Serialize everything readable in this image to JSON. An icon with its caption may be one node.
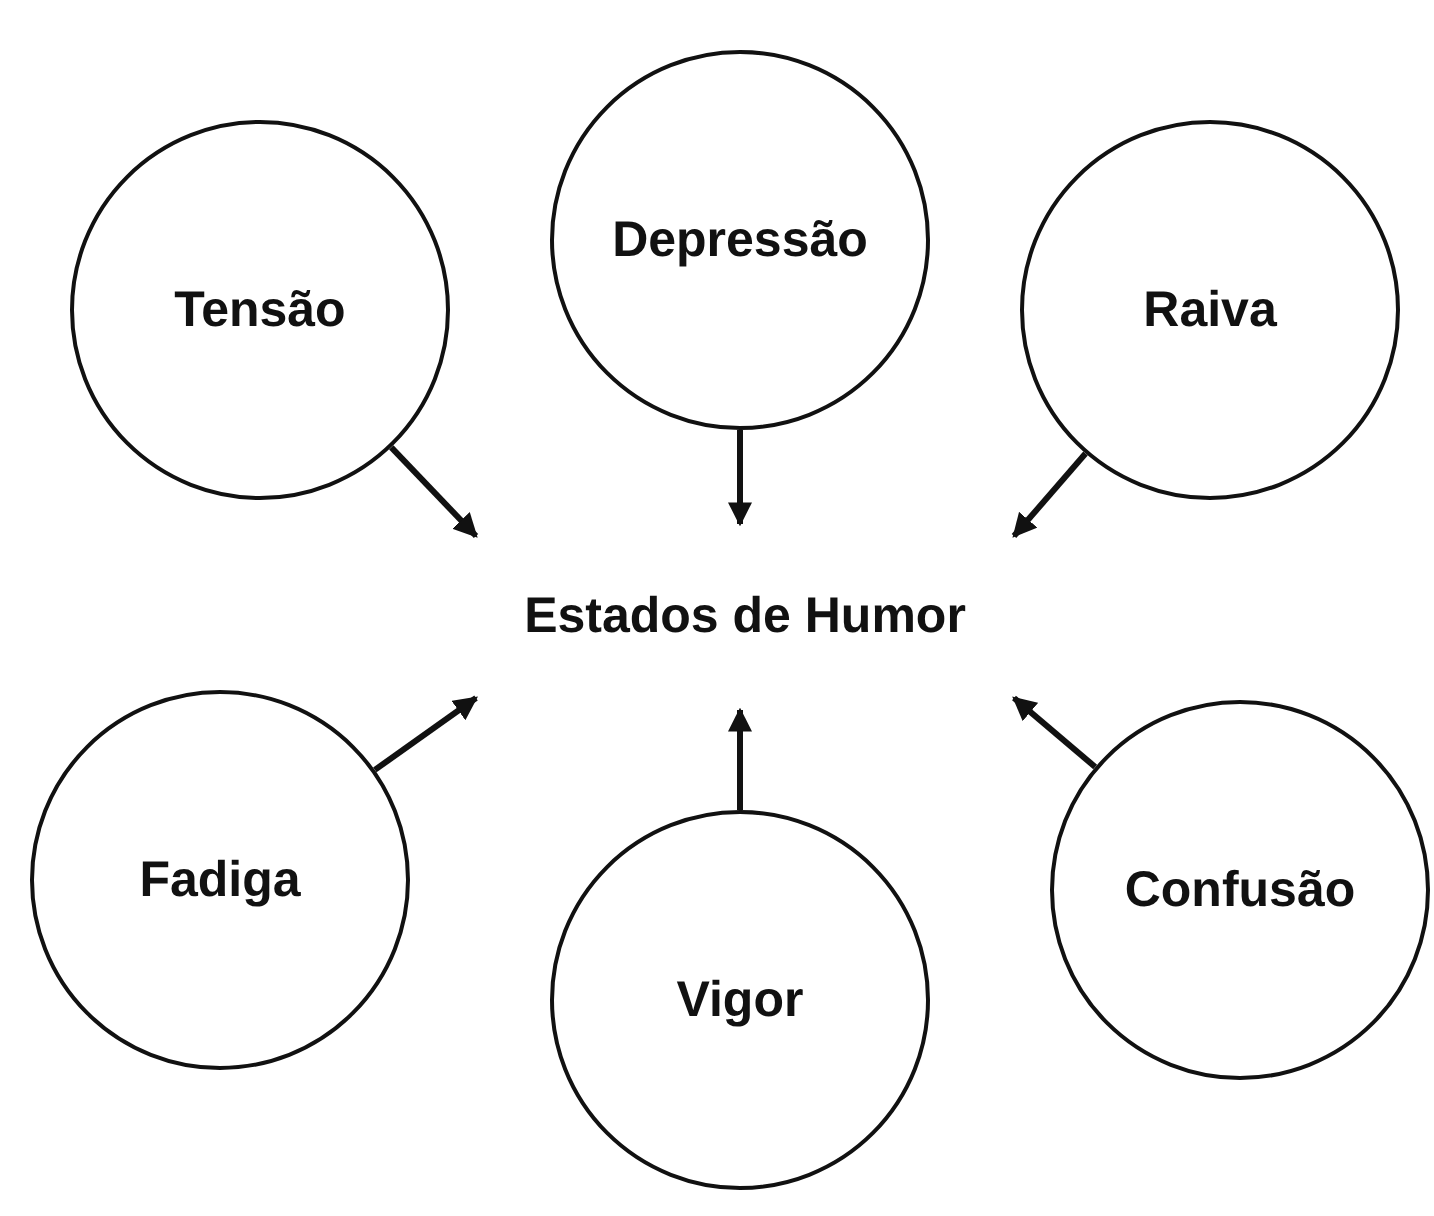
{
  "diagram": {
    "nodes": [
      {
        "text": [
          "Tensão"
        ]
      },
      {
        "text": [
          "Depressão"
        ]
      },
      {
        "text": [
          "Raiva"
        ]
      },
      {
        "text": [
          "Estados de Humor"
        ]
      },
      {
        "text": [
          "Fadiga"
        ]
      },
      {
        "text": [
          "Vigor"
        ]
      },
      {
        "text": [
          "Confusão"
        ]
      }
    ],
    "edges": [
      {
        "from": 0,
        "to": 3,
        "arrow": "to"
      },
      {
        "from": 1,
        "to": 3,
        "arrow": "to"
      },
      {
        "from": 2,
        "to": 3,
        "arrow": "to"
      },
      {
        "from": 4,
        "to": 3,
        "arrow": "to"
      },
      {
        "from": 5,
        "to": 3,
        "arrow": "to"
      },
      {
        "from": 6,
        "to": 3,
        "arrow": "to"
      }
    ]
  }
}
